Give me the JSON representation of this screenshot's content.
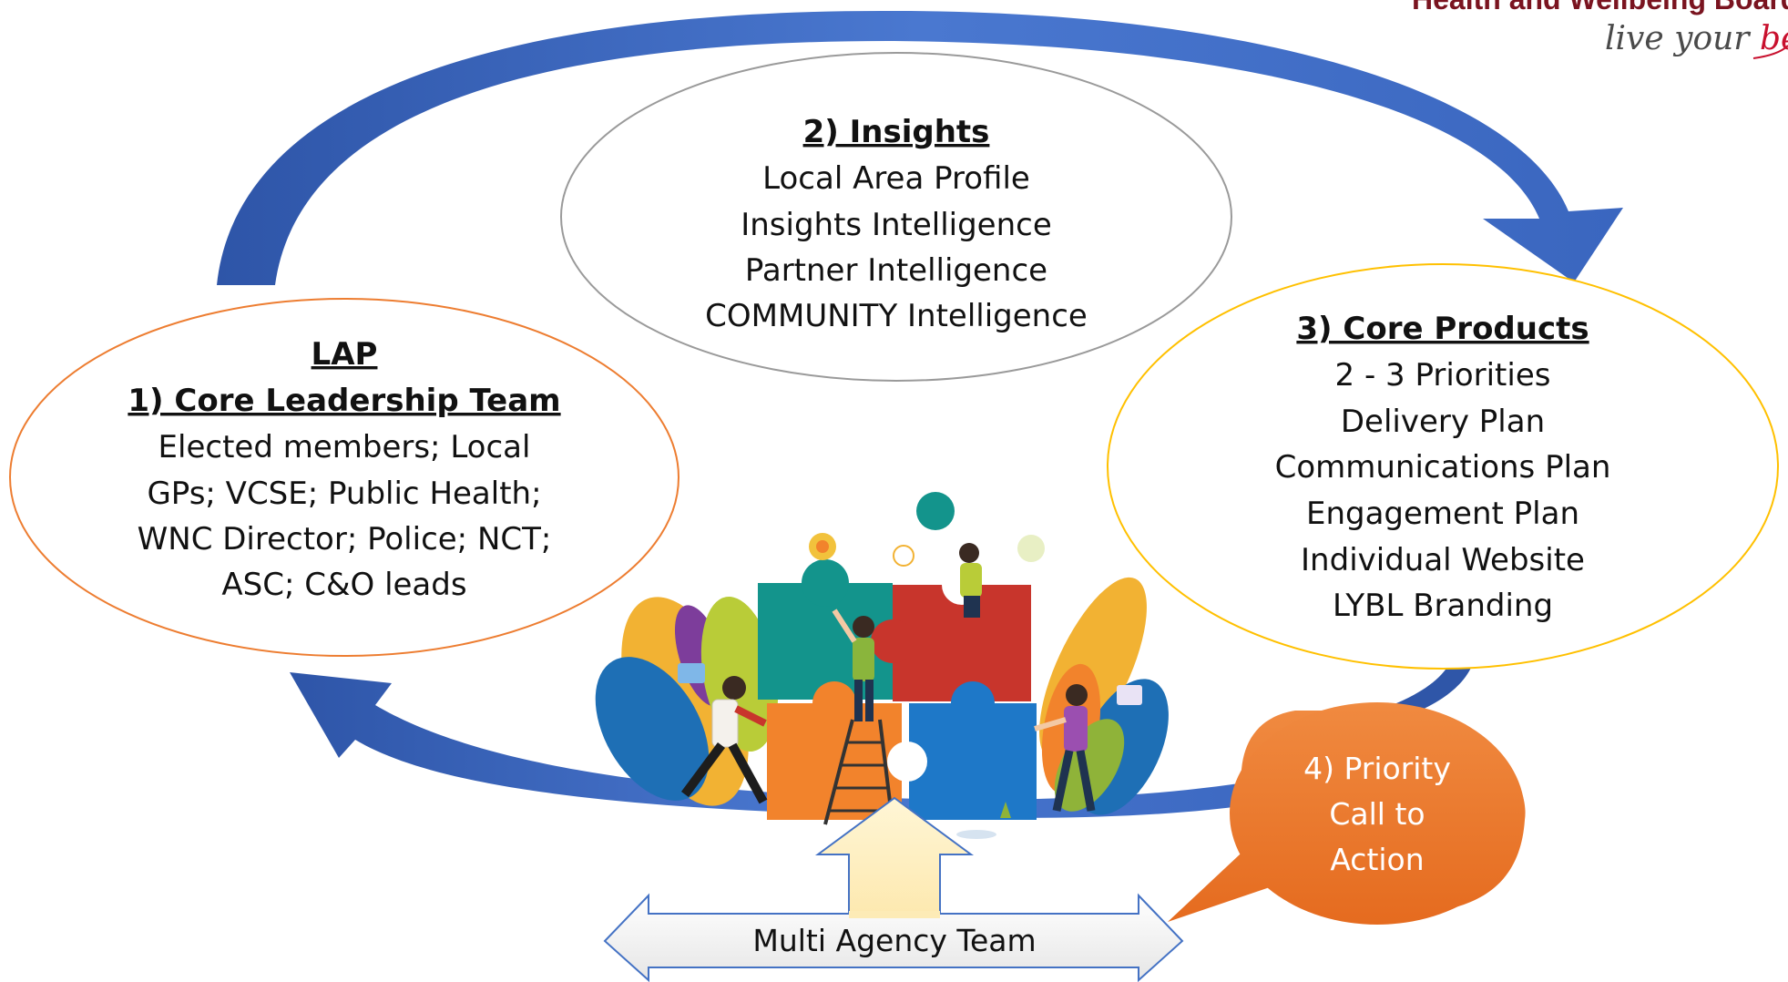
{
  "branding": {
    "board_name": "Health and Wellbeing Board",
    "tagline_prefix": "live your ",
    "tagline_highlight": "bes"
  },
  "nodes": {
    "insights": {
      "title": "2) Insights",
      "lines": [
        "Local Area Profile",
        "Insights Intelligence",
        "Partner Intelligence",
        "COMMUNITY Intelligence"
      ]
    },
    "leadership": {
      "title_top": "LAP",
      "title": "1) Core Leadership Team",
      "lines": [
        "Elected members; Local",
        "GPs; VCSE; Public Health;",
        "WNC Director; Police; NCT;",
        "ASC; C&O leads"
      ]
    },
    "products": {
      "title": "3) Core Products",
      "lines": [
        "2 -  3 Priorities",
        "Delivery Plan",
        "Communications Plan",
        "Engagement Plan",
        "Individual Website",
        "LYBL Branding"
      ]
    },
    "call_to_action": {
      "lines": [
        "4) Priority",
        "Call to",
        "Action"
      ]
    },
    "team": {
      "label": "Multi Agency Team"
    }
  },
  "colors": {
    "cycle_arrow": "#3f6cc4",
    "insights_border": "#9a9a9a",
    "leadership_border": "#ed7d31",
    "products_border": "#ffc000",
    "callout_fill": "#ed7d31",
    "brand": "#7a1420"
  }
}
